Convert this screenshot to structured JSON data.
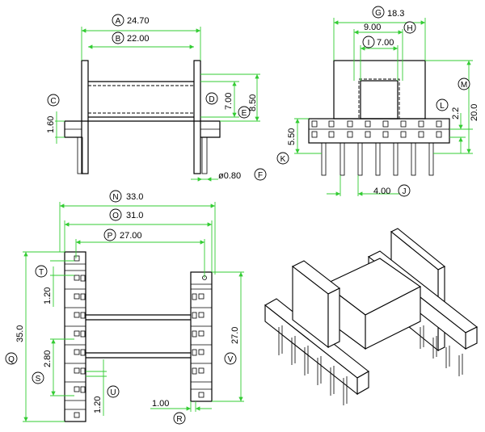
{
  "dimensions": {
    "A": "24.70",
    "B": "22.00",
    "C": "1.60",
    "D": "7.00",
    "E": "8.50",
    "F": "ø0.80",
    "G": "18.3",
    "H": "9.00",
    "I": "7.00",
    "J": "4.00",
    "K": "5.50",
    "L": "2.2",
    "M": "20.0",
    "N": "33.0",
    "O": "31.0",
    "P": "27.00",
    "Q": "1.00",
    "R": "35.0",
    "S": "2.80",
    "T": "1.20",
    "U": "1.20",
    "V": "27.0"
  },
  "callouts": [
    "A",
    "B",
    "C",
    "D",
    "E",
    "F",
    "G",
    "H",
    "I",
    "J",
    "K",
    "L",
    "M",
    "N",
    "O",
    "P",
    "Q",
    "R",
    "S",
    "T",
    "U",
    "V"
  ]
}
